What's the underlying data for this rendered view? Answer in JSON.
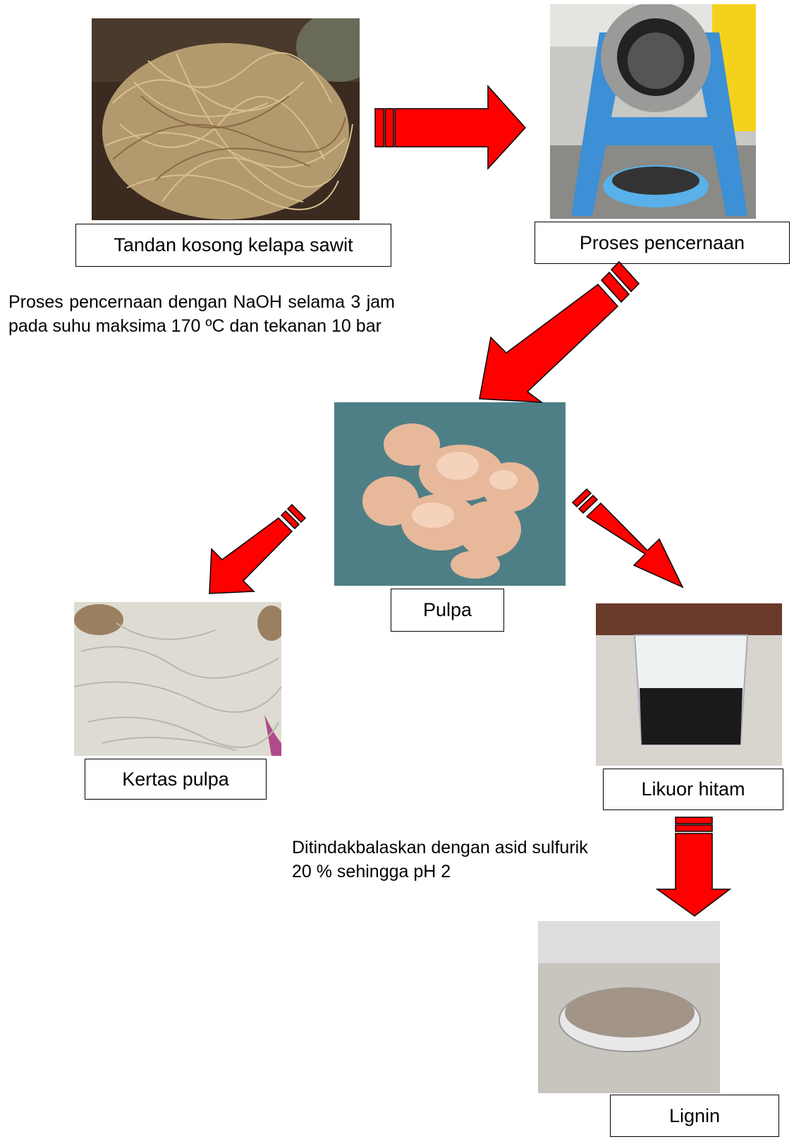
{
  "nodes": {
    "tandan": {
      "label": "Tandan kosong kelapa sawit",
      "image": "empty-fruit-bunch-fibers-photo"
    },
    "pencernaan": {
      "label": "Proses pencernaan",
      "image": "digester-machine-photo"
    },
    "pulpa": {
      "label": "Pulpa",
      "image": "pulp-photo"
    },
    "kertas": {
      "label": "Kertas pulpa",
      "image": "pulp-paper-photo"
    },
    "likuor": {
      "label": "Likuor hitam",
      "image": "black-liquor-beaker-photo"
    },
    "lignin": {
      "label": "Lignin",
      "image": "lignin-petri-dish-photo"
    }
  },
  "notes": {
    "digestion": "Proses pencernaan dengan NaOH selama 3 jam pada suhu maksima 170 ºC dan tekanan 10 bar",
    "acid": "Ditindakbalaskan dengan asid sulfurik 20 % sehingga pH 2"
  },
  "colors": {
    "arrow_fill": "#ff0000",
    "arrow_stroke": "#000000"
  }
}
